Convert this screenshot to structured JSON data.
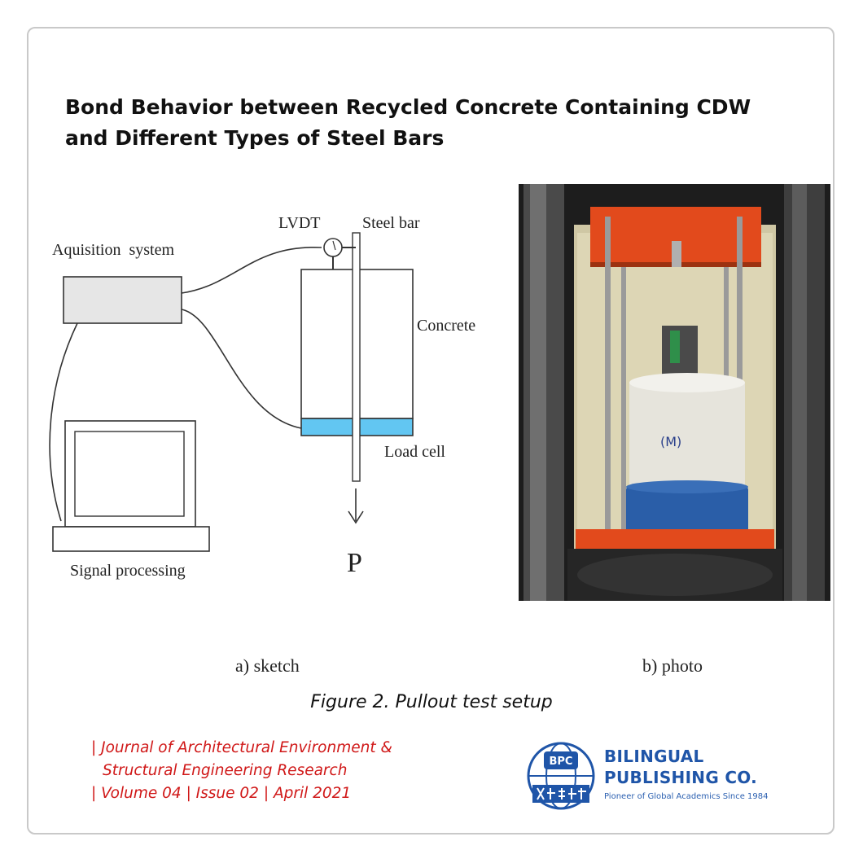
{
  "title": {
    "line1": "Bond Behavior between Recycled Concrete Containing CDW",
    "line2": "and Different Types of Steel Bars"
  },
  "sketch": {
    "label_acquisition": "Aquisition  system",
    "label_lvdt": "LVDT",
    "label_steel_bar": "Steel bar",
    "label_concrete": "Concrete",
    "label_load_cell": "Load cell",
    "label_signal": "Signal processing",
    "label_force": "P",
    "load_cell_color": "#62c6f2"
  },
  "sublabels": {
    "a": "a) sketch",
    "b": "b) photo"
  },
  "figure_caption": "Figure 2. Pullout test setup",
  "journal": {
    "line1": "| Journal of Architectural Environment &",
    "line2": "Structural Engineering Research",
    "line3": "| Volume 04 | Issue 02 | April 2021",
    "color": "#d01818"
  },
  "publisher": {
    "logo_abbr": "BPC",
    "name_line1": "BILINGUAL",
    "name_line2": "PUBLISHING CO.",
    "tagline": "Pioneer of Global Academics Since 1984",
    "color": "#1f55a8"
  }
}
